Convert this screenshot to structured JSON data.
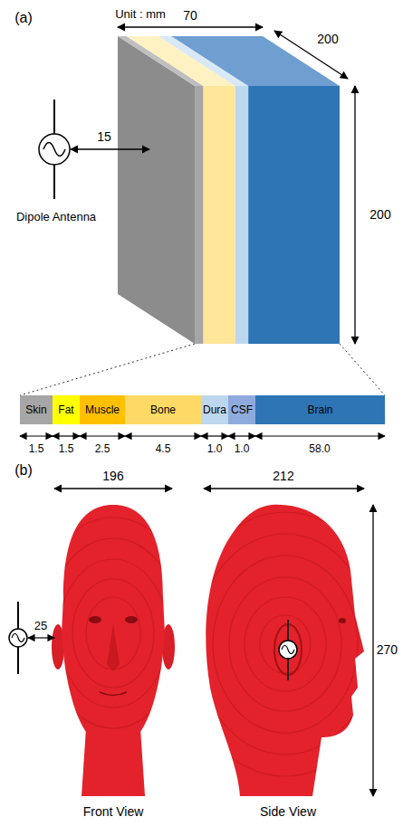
{
  "diagram": {
    "nodes": [
      {
        "text": [
          "Skin"
        ]
      },
      {
        "text": [
          "Fat"
        ]
      },
      {
        "text": [
          "Muscle"
        ]
      },
      {
        "text": [
          "Bone"
        ]
      },
      {
        "text": [
          "Dura"
        ]
      },
      {
        "text": [
          "CSF"
        ]
      },
      {
        "text": [
          "Brain"
        ]
      }
    ],
    "labels": [
      "(a)",
      "Unit : mm",
      "70",
      "200",
      "200",
      "15",
      "Dipole Antenna",
      "1.5",
      "1.5",
      "2.5",
      "4.5",
      "1.0",
      "1.0",
      "58.0",
      "(b)",
      "196",
      "212",
      "270",
      "25",
      "Front View",
      "Side View"
    ]
  }
}
